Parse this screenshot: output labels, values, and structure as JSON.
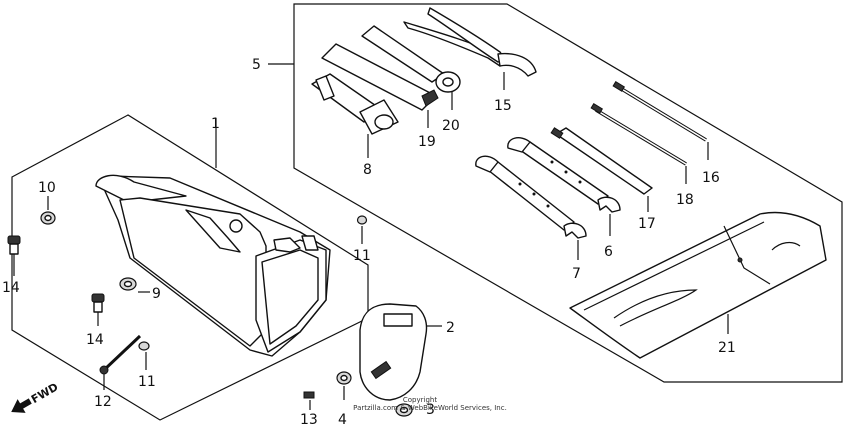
{
  "diagram": {
    "labels": {
      "p1": "1",
      "p2": "2",
      "p3": "3",
      "p4": "4",
      "p5": "5",
      "p6": "6",
      "p7": "7",
      "p8": "8",
      "p9": "9",
      "p10": "10",
      "p11a": "11",
      "p11b": "11",
      "p12": "12",
      "p13": "13",
      "p14a": "14",
      "p14b": "14",
      "p15": "15",
      "p16": "16",
      "p17": "17",
      "p18": "18",
      "p19": "19",
      "p20": "20",
      "p21": "21"
    },
    "fwd_label": "FWD",
    "copyright": [
      "Copyright",
      "Partzilla.com & WebBikeWorld Services, Inc."
    ]
  }
}
